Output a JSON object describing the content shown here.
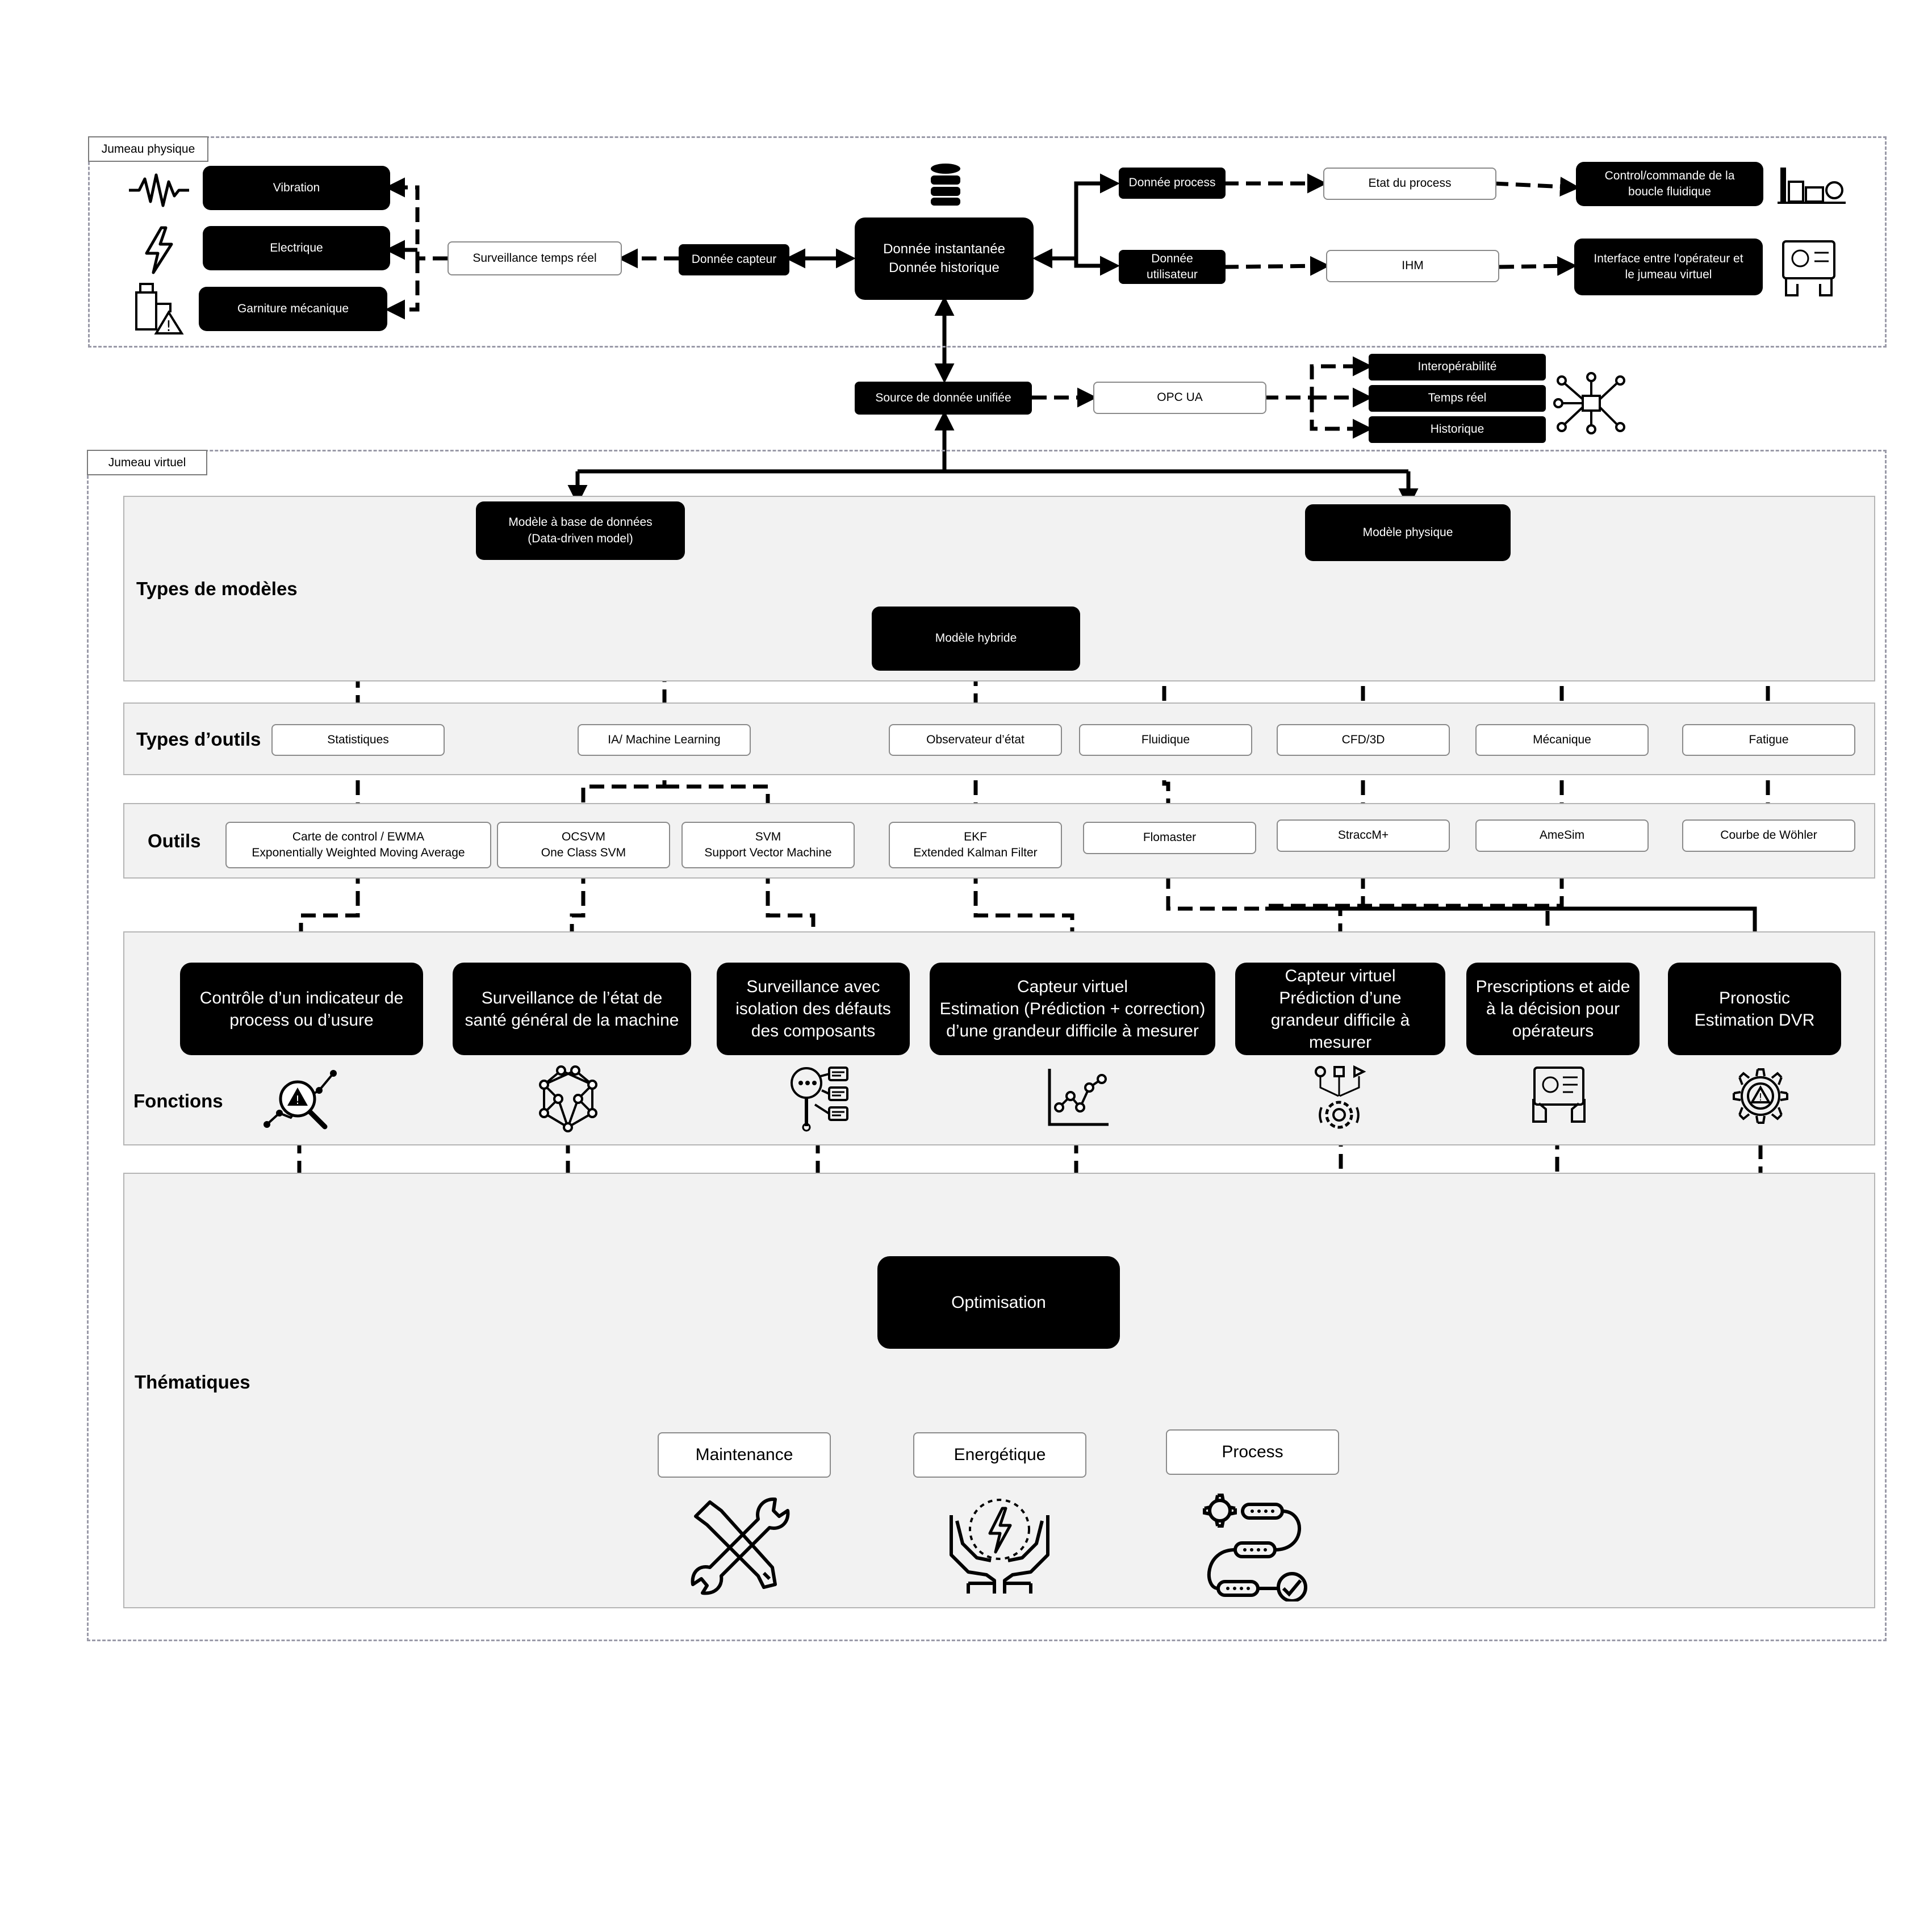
{
  "frames": {
    "physical_label": "Jumeau physique",
    "virtual_label": "Jumeau virtuel"
  },
  "physical": {
    "vibration": "Vibration",
    "electrique": "Electrique",
    "garniture": "Garniture mécanique",
    "surveillance": "Surveillance temps réel",
    "donnee_capteur": "Donnée capteur",
    "donnee_centrale": "Donnée instantanée\nDonnée historique",
    "donnee_process": "Donnée process",
    "donnee_utilisateur": "Donnée\nutilisateur",
    "etat_process": "Etat du process",
    "ihm": "IHM",
    "control": "Control/commande de la\nboucle fluidique",
    "interface": "Interface entre l'opérateur et\nle jumeau virtuel"
  },
  "bridge": {
    "source": "Source de donnée unifiée",
    "opc": "OPC UA",
    "interop": "Interopérabilité",
    "temps_reel": "Temps réel",
    "historique": "Historique"
  },
  "bands": {
    "modeles": "Types de modèles",
    "outils_types": "Types d’outils",
    "outils": "Outils",
    "fonctions": "Fonctions",
    "thematiques": "Thématiques"
  },
  "models": {
    "data_driven": "Modèle à base de données\n(Data-driven model)",
    "physique": "Modèle physique",
    "hybride": "Modèle hybride"
  },
  "tool_types": {
    "statistiques": "Statistiques",
    "ia": "IA/ Machine Learning",
    "observateur": "Observateur d’état",
    "fluidique": "Fluidique",
    "cfd": "CFD/3D",
    "mecanique": "Mécanique",
    "fatigue": "Fatigue"
  },
  "tools": {
    "ewma": "Carte de control / EWMA\nExponentially Weighted Moving Average",
    "ocsvm": "OCSVM\nOne Class SVM",
    "svm": "SVM\nSupport Vector Machine",
    "ekf": "EKF\nExtended Kalman Filter",
    "flomaster": "Flomaster",
    "straccm": "StraccM+",
    "amesim": "AmeSim",
    "wohler": "Courbe de Wöhler"
  },
  "functions": {
    "controle": "Contrôle d’un indicateur de\nprocess ou d’usure",
    "sante": "Surveillance de l’état de\nsanté général de la machine",
    "isolation": "Surveillance avec\nisolation des défauts\ndes composants",
    "capteur1": "Capteur virtuel\nEstimation (Prédiction + correction)\nd’une grandeur difficile à mesurer",
    "capteur2": "Capteur virtuel\nPrédiction d’une\ngrandeur difficile à\nmesurer",
    "prescriptions": "Prescriptions et aide\nà la décision pour\nopérateurs",
    "pronostic": "Pronostic\nEstimation DVR"
  },
  "themes": {
    "optimisation": "Optimisation",
    "maintenance": "Maintenance",
    "energetique": "Energétique",
    "process": "Process"
  },
  "icons": [
    "waveform-icon",
    "lightning-icon",
    "pump-warning-icon",
    "database-icon",
    "factory-icon",
    "operator-screen-icon",
    "network-icon",
    "search-warning-icon",
    "neural-network-icon",
    "classification-icon",
    "line-chart-icon",
    "sensor-gear-icon",
    "dashboard-hands-icon",
    "gear-warning-icon",
    "tools-icon",
    "energy-hands-icon",
    "process-flow-icon"
  ]
}
